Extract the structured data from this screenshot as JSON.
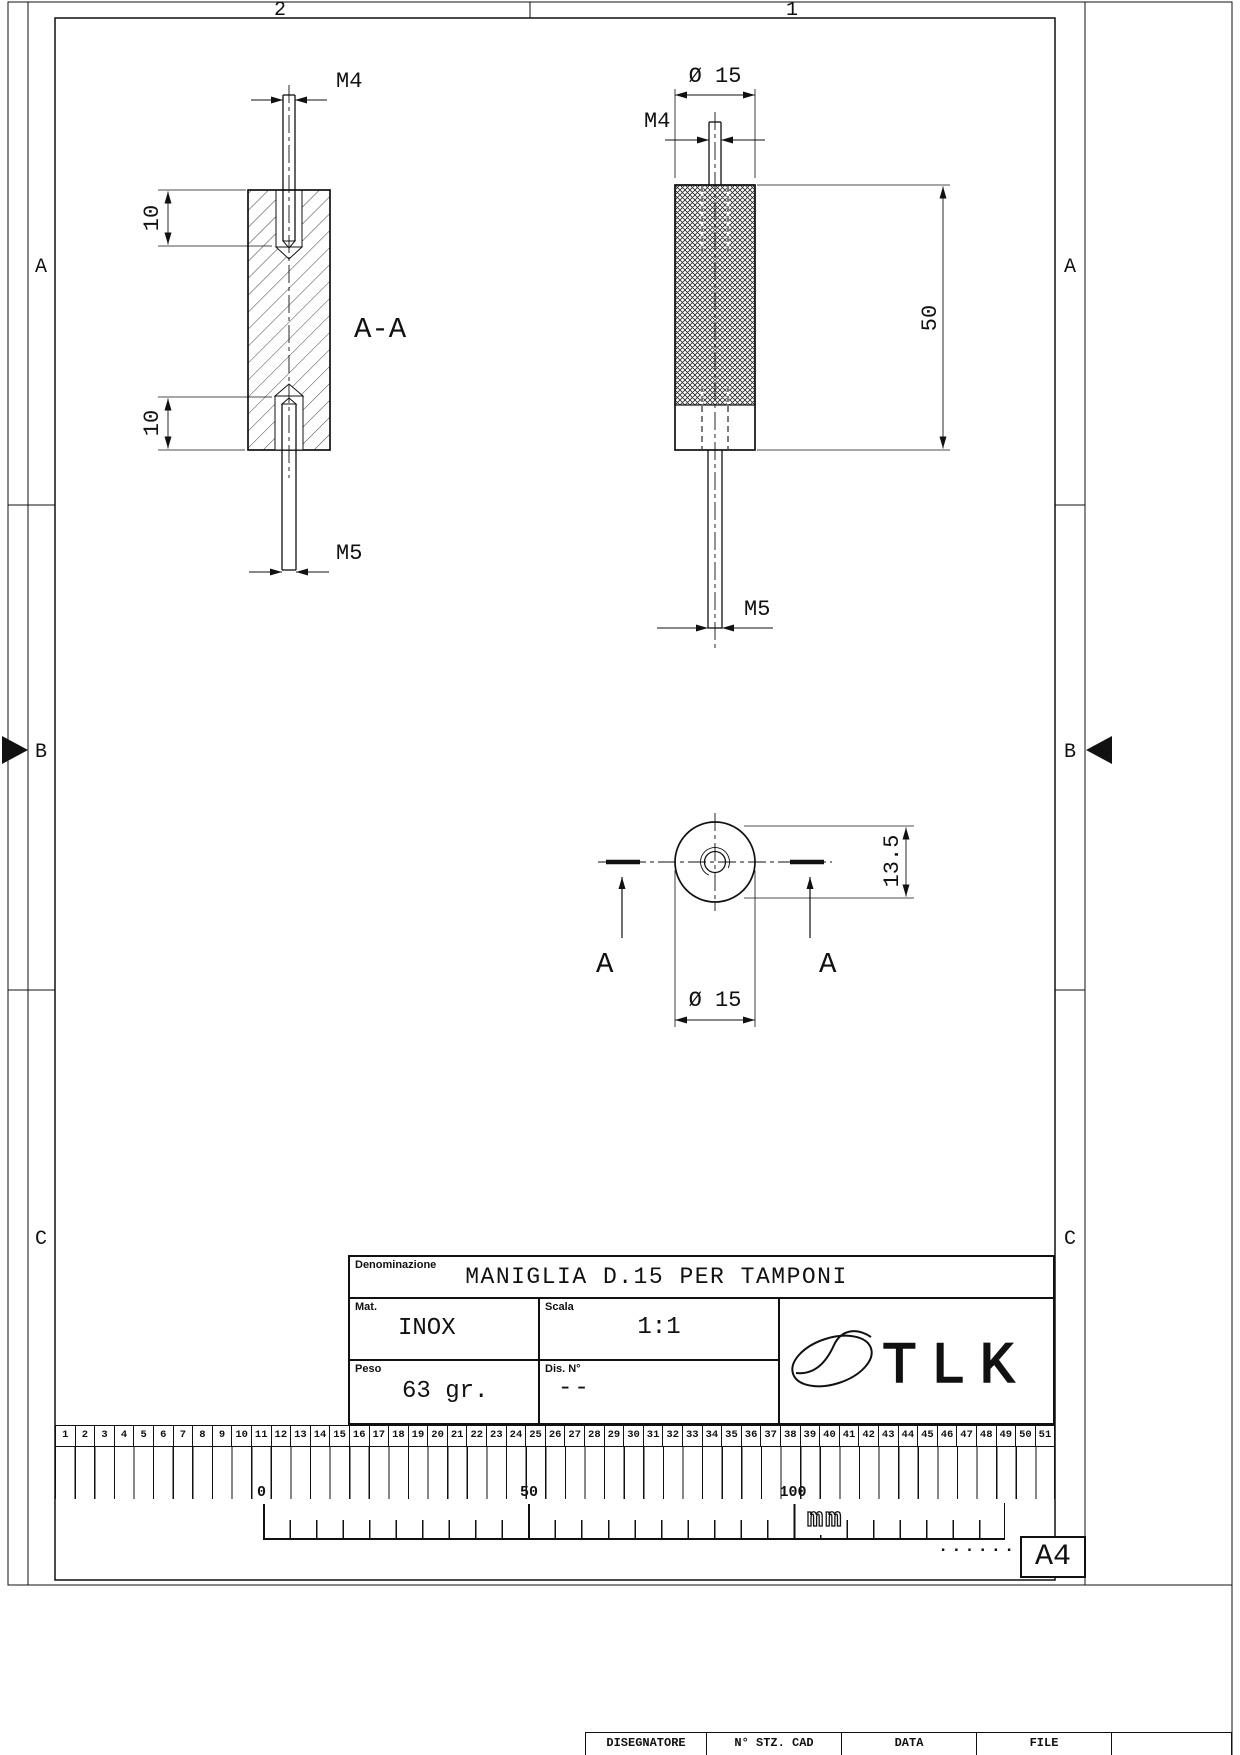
{
  "sheet": {
    "format": "A4",
    "zone_columns": [
      "2",
      "1"
    ],
    "zone_rows": [
      "A",
      "B",
      "C"
    ]
  },
  "section_view": {
    "label": "A-A",
    "thread_top": "M4",
    "depth_top": "10",
    "depth_bottom": "10",
    "thread_bottom": "M5"
  },
  "front_view": {
    "diameter": "Ø 15",
    "thread_top": "M4",
    "length": "50",
    "thread_bottom": "M5"
  },
  "top_view": {
    "across_flats": "13.5",
    "section_left": "A",
    "section_right": "A",
    "diameter": "Ø 15"
  },
  "title_block": {
    "denominazione_label": "Denominazione",
    "denominazione": "MANIGLIA D.15 PER TAMPONI",
    "mat_label": "Mat.",
    "mat_value": "INOX",
    "scala_label": "Scala",
    "scala_value": "1:1",
    "peso_label": "Peso",
    "peso_value": "63 gr.",
    "dis_label": "Dis. N°",
    "dis_value": "--",
    "logo_text": "TLK"
  },
  "ruler": {
    "numbers": [
      "1",
      "2",
      "3",
      "4",
      "5",
      "6",
      "7",
      "8",
      "9",
      "10",
      "11",
      "12",
      "13",
      "14",
      "15",
      "16",
      "17",
      "18",
      "19",
      "20",
      "21",
      "22",
      "23",
      "24",
      "25",
      "26",
      "27",
      "28",
      "29",
      "30",
      "31",
      "32",
      "33",
      "34",
      "35",
      "36",
      "37",
      "38",
      "39",
      "40",
      "41",
      "42",
      "43",
      "44",
      "45",
      "46",
      "47",
      "48",
      "49",
      "50",
      "51"
    ]
  },
  "scale_bar": {
    "labels": [
      "0",
      "50",
      "100"
    ],
    "unit": "mm",
    "dots": "......"
  },
  "footer": {
    "cells": [
      "DISEGNATORE",
      "N° STZ. CAD",
      "DATA",
      "FILE"
    ]
  }
}
